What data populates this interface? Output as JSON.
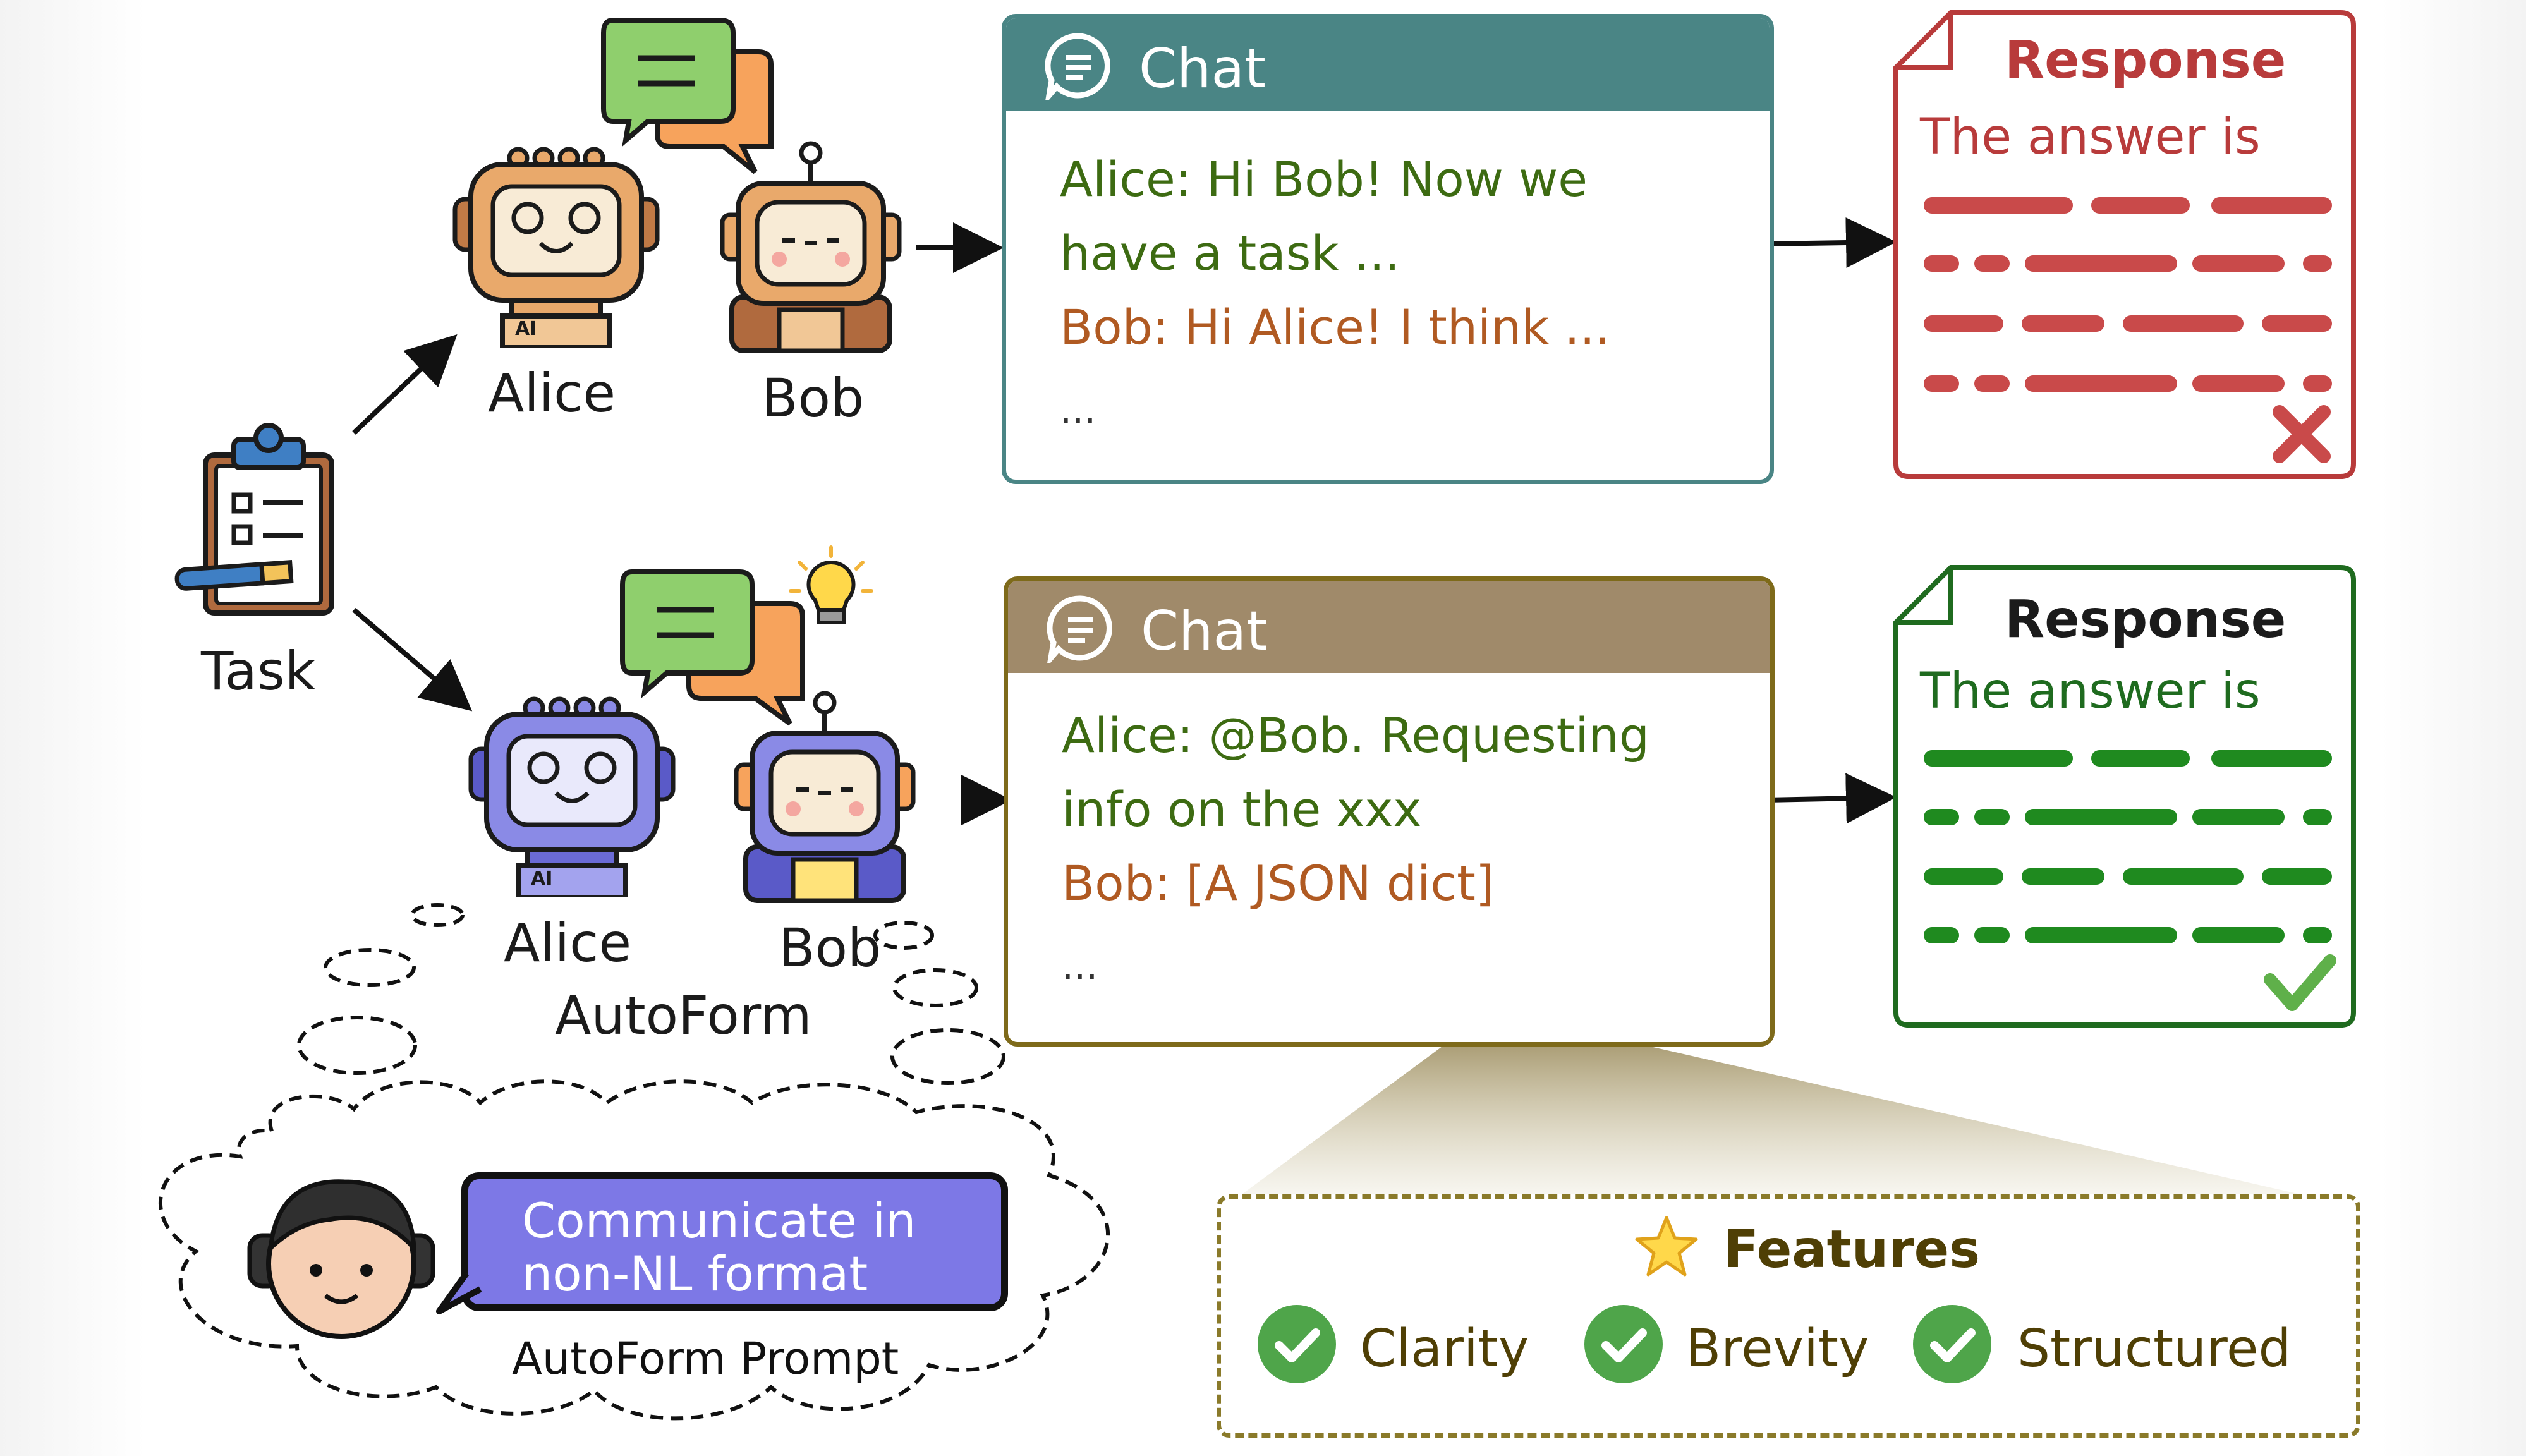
{
  "task": {
    "label": "Task"
  },
  "top": {
    "alice_label": "Alice",
    "bob_label": "Bob",
    "chat_title": "Chat",
    "lines": [
      "Alice: Hi Bob! Now we",
      "have a task ...",
      "Bob: Hi Alice! I think ...",
      "..."
    ],
    "response_title": "Response",
    "response_sub": "The answer is",
    "colors": {
      "header": "#4a8585",
      "border": "#4a8585",
      "alice_text": "#3d6b12",
      "bob_text": "#b05a22",
      "response": "#b83b3b"
    }
  },
  "bottom": {
    "alice_label": "Alice",
    "bob_label": "Bob",
    "group_label": "AutoForm",
    "chat_title": "Chat",
    "lines": [
      "Alice: @Bob. Requesting",
      "info on the xxx",
      "Bob: [A JSON dict]",
      "..."
    ],
    "response_title": "Response",
    "response_sub": "The answer is",
    "colors": {
      "header": "#a08a6a",
      "border": "#7e6a1a",
      "alice_text": "#3d6b12",
      "bob_text": "#b05a22",
      "response": "#1f8a1f"
    }
  },
  "prompt": {
    "bubble_line1": "Communicate in",
    "bubble_line2": "non-NL format",
    "label": "AutoForm Prompt",
    "bubble_color": "#7d78e6"
  },
  "features": {
    "title": "Features",
    "items": [
      "Clarity",
      "Brevity",
      "Structured"
    ],
    "border_color": "#8a7a2a",
    "check_color": "#4fa54a"
  },
  "icons": {
    "task": "clipboard-checklist-icon",
    "alice": "robot-icon",
    "bob": "robot-icon",
    "message": "chat-bubble-icon",
    "lightbulb": "lightbulb-icon",
    "chat": "chat-icon",
    "wrong": "cross-mark-icon",
    "right": "check-mark-icon",
    "star": "star-icon",
    "user": "user-avatar-icon"
  }
}
